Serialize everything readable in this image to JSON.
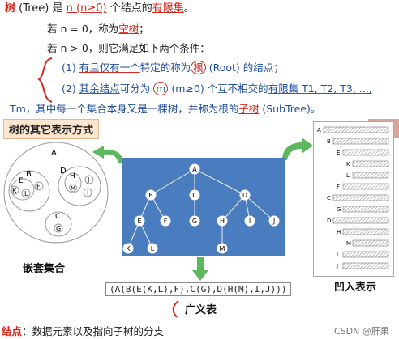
{
  "definition": {
    "l1_a": "树",
    "l1_b": " (Tree) 是 ",
    "l1_c": "n (n≥0)",
    "l1_d": " 个结点的",
    "l1_e": "有限集",
    "l1_f": "。",
    "l2_a": "若 n = 0，称为",
    "l2_b": "空树",
    "l2_c": "；",
    "l3": "若 n > 0，则它满足如下两个条件：",
    "l4_a": "(1)  ",
    "l4_b": "有且仅有一个",
    "l4_c": "特定的称为",
    "l4_d": "根",
    "l4_e": " (Root) 的结点；",
    "l5_a": "(2)  ",
    "l5_b": "其余结点",
    "l5_c": "可分为 ",
    "l5_d": "m",
    "l5_e": " (m≥0) 个互不相交的",
    "l5_f": "有限集 T1, T2, T3, ...,",
    "l6_a": "Tm，其中每一个集合本身又是一棵树，并称为根的",
    "l6_b": "子树",
    "l6_c": " (SubTree)。"
  },
  "other_forms_tag": "树的其它表示方式",
  "nested": {
    "label": "嵌套集合",
    "letters": {
      "A": "A",
      "B": "B",
      "C": "C",
      "D": "D",
      "E": "E",
      "F": "F",
      "G": "G",
      "H": "H",
      "I": "I",
      "J": "J",
      "K": "K",
      "L": "L",
      "M": "M"
    }
  },
  "tree": {
    "nodes": [
      "A",
      "B",
      "C",
      "D",
      "E",
      "F",
      "G",
      "H",
      "I",
      "J",
      "K",
      "L",
      "M"
    ]
  },
  "generalized_list": {
    "expr": "(A(B(E(K,L),F),C(G),D(H(M),I,J)))",
    "label": "广义表"
  },
  "indent": {
    "label": "凹入表示",
    "rows": [
      "A",
      "B",
      "E",
      "K",
      "L",
      "F",
      "C",
      "G",
      "D",
      "H",
      "M",
      "I",
      "J"
    ]
  },
  "footer": {
    "term": "结点",
    "text": "：数据元素以及指向子树的分支"
  },
  "watermark": "CSDN @肝果",
  "colors": {
    "accent_red": "#d7261e",
    "tree_bg": "#4a7cc0",
    "arrow_green": "#5cb85c",
    "tag_bg": "#fde6cf"
  }
}
